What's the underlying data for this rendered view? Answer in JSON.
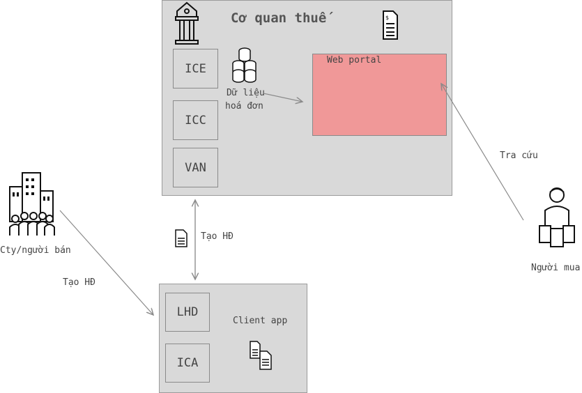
{
  "tax_authority": {
    "title": "Cơ quan thuế",
    "modules": [
      "ICE",
      "ICC",
      "VAN"
    ]
  },
  "invoice_data": {
    "line1": "Dữ liệu",
    "line2": "hoá đơn"
  },
  "web_portal": {
    "label": "Web portal",
    "color": "#f09898"
  },
  "client_app": {
    "title": "Client app",
    "modules": [
      "LHD",
      "ICA"
    ]
  },
  "seller": {
    "label": "Cty/người bán"
  },
  "buyer": {
    "label": "Người mua"
  },
  "edges": {
    "client_to_tax": "Tạo HĐ",
    "seller_to_client": "Tạo HĐ",
    "buyer_to_portal": "Tra cứu"
  },
  "icons": [
    "bank-icon",
    "document-icon",
    "database-icon",
    "company-building-icon",
    "shopper-icon",
    "documents-icon"
  ]
}
